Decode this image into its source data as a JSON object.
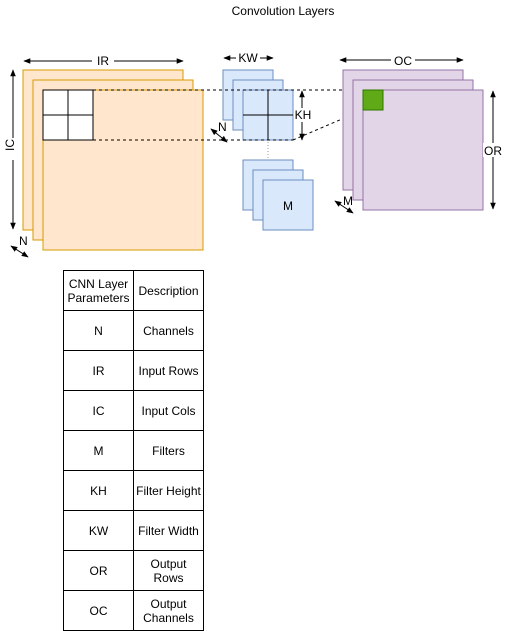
{
  "title": "Convolution Layers",
  "labels": {
    "ir": "IR",
    "ic": "IC",
    "n_input": "N",
    "kw": "KW",
    "kh": "KH",
    "n_filter": "N",
    "m_filter": "M",
    "oc": "OC",
    "or": "OR",
    "m_output": "M"
  },
  "colors": {
    "input_fill": "#ffe6cc",
    "input_stroke": "#d79b00",
    "filter_fill": "#dae8fc",
    "filter_stroke": "#6c8ebf",
    "output_fill": "#e1d5e7",
    "output_stroke": "#9673a6",
    "output_pixel": "#60a917",
    "output_pixel_stroke": "#2d7600"
  },
  "table": {
    "header": [
      "CNN Layer Parameters",
      "Description"
    ],
    "rows": [
      [
        "N",
        "Channels"
      ],
      [
        "IR",
        "Input Rows"
      ],
      [
        "IC",
        "Input Cols"
      ],
      [
        "M",
        "Filters"
      ],
      [
        "KH",
        "Filter Height"
      ],
      [
        "KW",
        "Filter Width"
      ],
      [
        "OR",
        "Output Rows"
      ],
      [
        "OC",
        "Output Channels"
      ]
    ]
  }
}
